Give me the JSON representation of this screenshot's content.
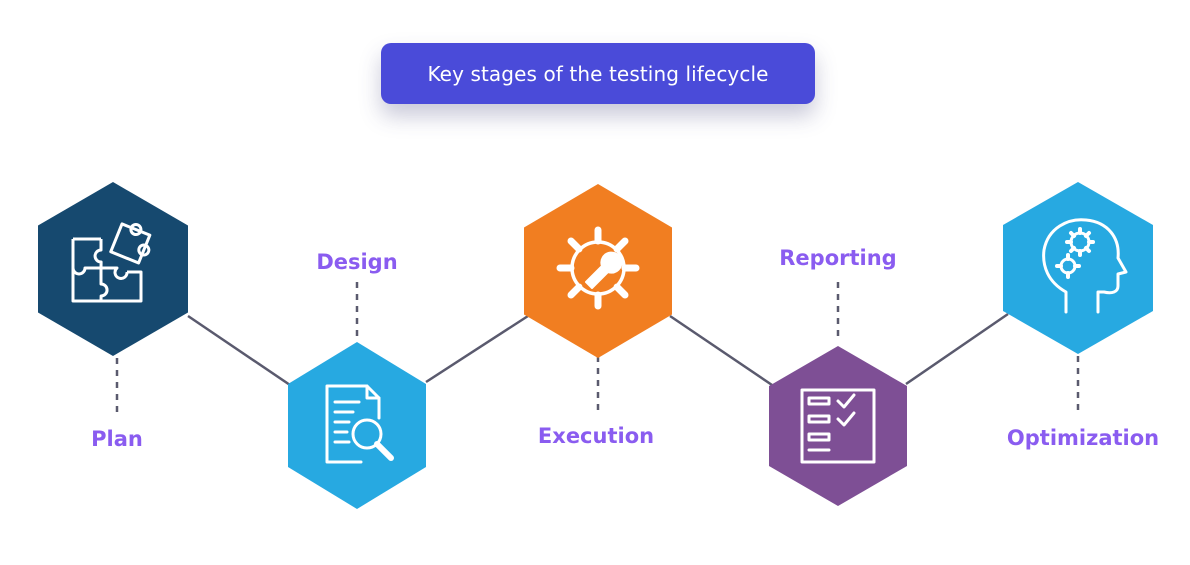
{
  "title": "Key stages of the testing lifecycle",
  "colors": {
    "title_bg": "#4a4bd9",
    "label": "#8a5cf0",
    "connector": "#5a5a6e"
  },
  "stages": [
    {
      "label": "Plan",
      "icon": "puzzle-icon",
      "color": "#16496f"
    },
    {
      "label": "Design",
      "icon": "document-search-icon",
      "color": "#27a9e1"
    },
    {
      "label": "Execution",
      "icon": "gear-wrench-icon",
      "color": "#f17e21"
    },
    {
      "label": "Reporting",
      "icon": "checklist-icon",
      "color": "#7e4f95"
    },
    {
      "label": "Optimization",
      "icon": "head-gears-icon",
      "color": "#27a9e1"
    }
  ]
}
